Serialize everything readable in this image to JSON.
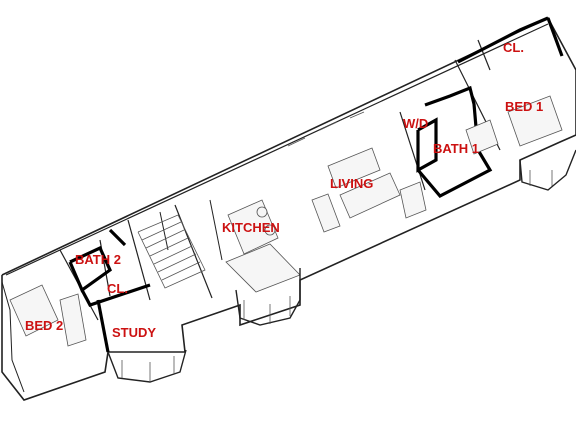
{
  "rooms": {
    "closet_top": "CL.",
    "bed_1": "BED 1",
    "wd": "W/D",
    "bath_1": "BATH 1",
    "living": "LIVING",
    "kitchen": "KITCHEN",
    "bath_2": "BATH 2",
    "closet_left": "CL.",
    "bed_2": "BED 2",
    "study": "STUDY"
  },
  "colors": {
    "label": "#cc1111",
    "walls": "#222222",
    "background": "#ffffff"
  }
}
